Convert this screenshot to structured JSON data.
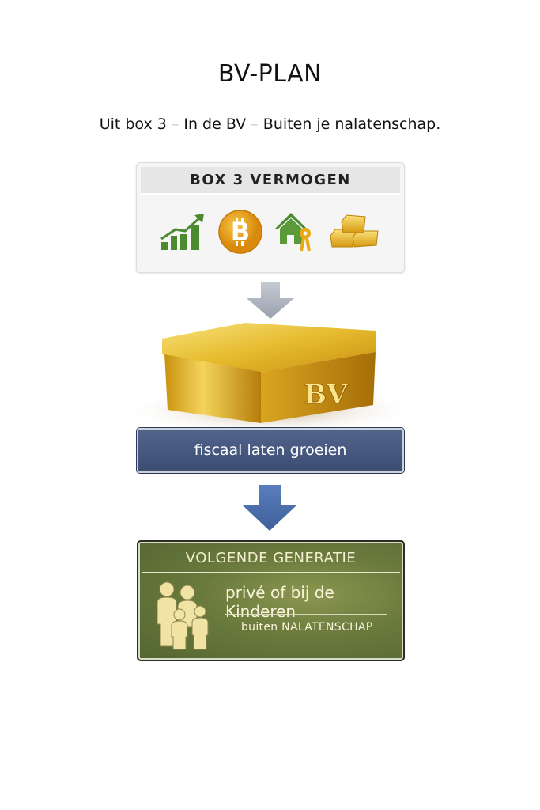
{
  "title": "BV-PLAN",
  "subtitle": {
    "part1": "Uit box 3",
    "part2": "In de BV",
    "part3": "Buiten je nalatenschap.",
    "separator": "–"
  },
  "box3": {
    "heading": "BOX 3 VERMOGEN",
    "icons": [
      "growth-chart-icon",
      "bitcoin-icon",
      "house-key-icon",
      "gold-bars-icon"
    ]
  },
  "bv_box": {
    "label": "BV",
    "caption": "fiscaal laten groeien"
  },
  "next_generation": {
    "heading": "VOLGENDE GENERATIE",
    "line1": "privé of bij de Kinderen",
    "line2": "buiten NALATENSCHAP"
  },
  "colors": {
    "green": "#4b8a2e",
    "gold": "#e2a516",
    "blue_bar": "#46587f",
    "arrow_blue": "#4a6ca6",
    "panel_green": "#647538"
  }
}
